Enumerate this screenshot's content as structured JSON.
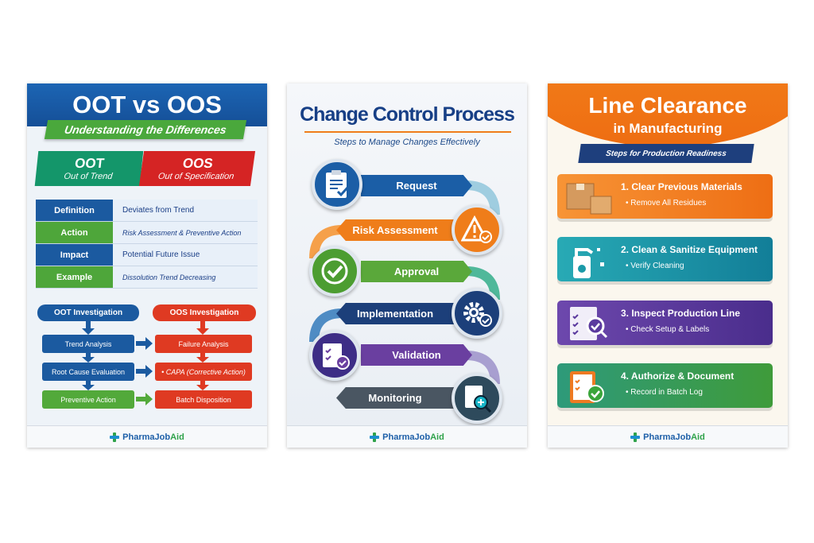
{
  "oot_oos": {
    "title": "OOT vs OOS",
    "subtitle": "Understanding the Differences",
    "oot": {
      "abbr": "OOT",
      "full": "Out of Trend"
    },
    "oos": {
      "abbr": "OOS",
      "full": "Out of Specification"
    },
    "table": [
      {
        "label": "Definition",
        "value": "Deviates from Trend"
      },
      {
        "label": "Action",
        "value": "Risk Assessment & Preventive Action"
      },
      {
        "label": "Impact",
        "value": "Potential Future Issue"
      },
      {
        "label": "Example",
        "value": "Dissolution Trend Decreasing"
      }
    ],
    "oot_flow": [
      "OOT Investigation",
      "Trend Analysis",
      "Root Cause Evaluation",
      "Preventive Action"
    ],
    "oos_flow": [
      "OOS Investigation",
      "Failure Analysis",
      "• CAPA (Corrective Action)",
      "Batch Disposition"
    ]
  },
  "change_control": {
    "title": "Change Control Process",
    "subtitle": "Steps to Manage Changes Effectively",
    "steps": [
      {
        "label": "Request",
        "icon": "clipboard-check-icon",
        "color": "#1b5ea6"
      },
      {
        "label": "Risk Assessment",
        "icon": "warning-icon",
        "color": "#ef7d1a"
      },
      {
        "label": "Approval",
        "icon": "check-circle-icon",
        "color": "#5aa83a"
      },
      {
        "label": "Implementation",
        "icon": "gear-icon",
        "color": "#1c3f7a"
      },
      {
        "label": "Validation",
        "icon": "checklist-icon",
        "color": "#6a3fa0"
      },
      {
        "label": "Monitoring",
        "icon": "magnifier-document-icon",
        "color": "#4a5662"
      }
    ]
  },
  "line_clearance": {
    "title": "Line Clearance",
    "title2": "in Manufacturing",
    "subtitle": "Steps for Production Readiness",
    "steps": [
      {
        "title": "1. Clear Previous Materials",
        "detail": "• Remove All Residues",
        "color": "#f0801e"
      },
      {
        "title": "2. Clean & Sanitize Equipment",
        "detail": "• Verify Cleaning",
        "color": "#1a9aa8"
      },
      {
        "title": "3. Inspect Production Line",
        "detail": "• Check Setup & Labels",
        "color": "#5b3a9e"
      },
      {
        "title": "4. Authorize & Document",
        "detail": "• Record in Batch Log",
        "color": "#3d9a44"
      }
    ]
  },
  "brand": {
    "name1": "PharmaJob",
    "name2": "Aid"
  }
}
